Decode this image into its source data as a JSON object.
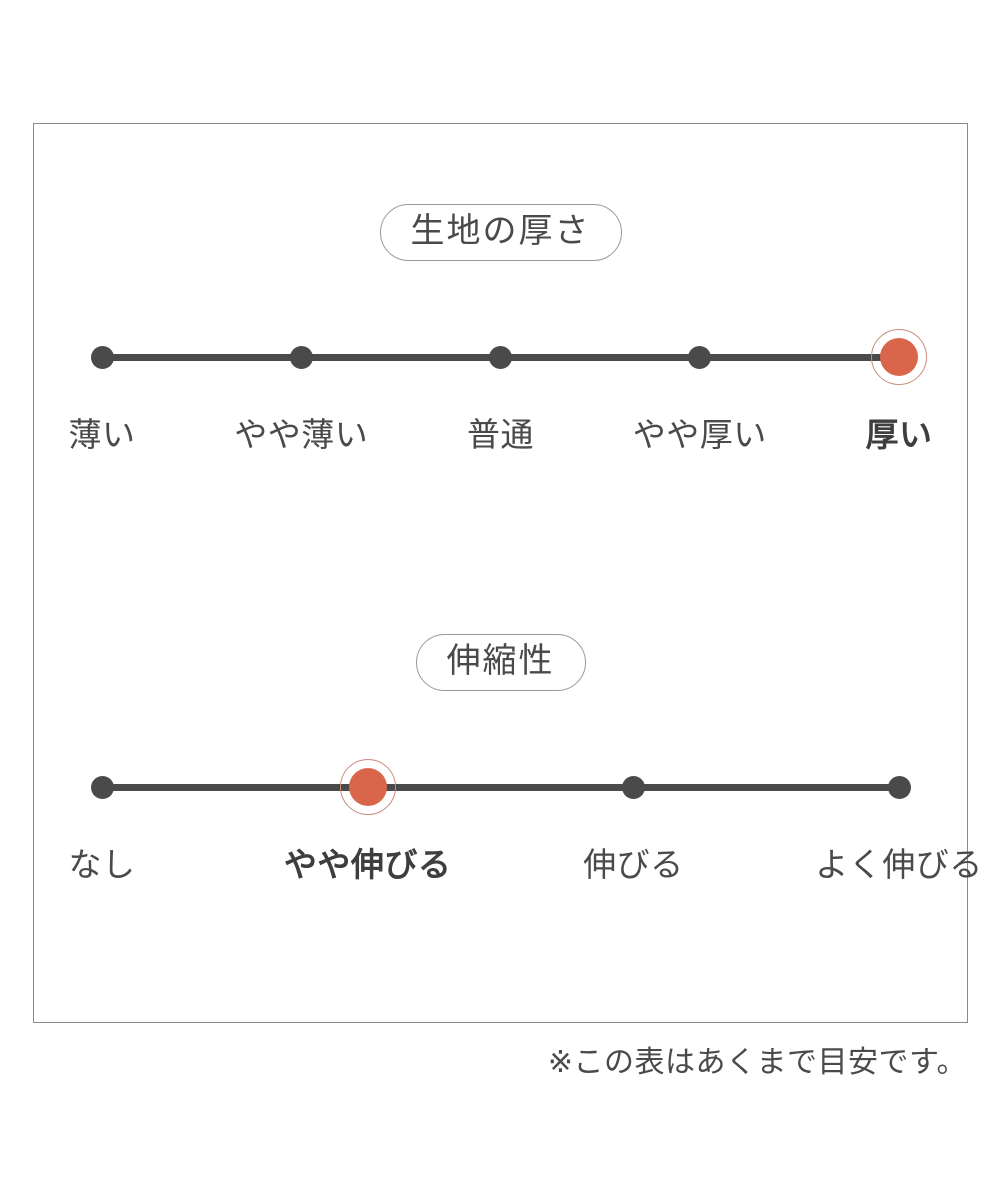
{
  "colors": {
    "accent": "#d9654a",
    "accent_ring": "#c98c7c",
    "dot": "#4a4a4a",
    "track": "#4a4a4a",
    "panel_border": "#8a8a8a",
    "text": "#4a4a4a",
    "background": "#ffffff"
  },
  "footnote": "※この表はあくまで目安です。",
  "chart_data": [
    {
      "type": "scale",
      "title": "生地の厚さ",
      "categories": [
        "薄い",
        "やや薄い",
        "普通",
        "やや厚い",
        "厚い"
      ],
      "values": [
        0,
        0,
        0,
        0,
        1
      ],
      "selected_index": 4,
      "selected_label": "厚い",
      "steps": 5,
      "xlabel": "",
      "ylabel": "",
      "legend": "none",
      "grid": false
    },
    {
      "type": "scale",
      "title": "伸縮性",
      "categories": [
        "なし",
        "やや伸びる",
        "伸びる",
        "よく伸びる"
      ],
      "values": [
        0,
        1,
        0,
        0
      ],
      "selected_index": 1,
      "selected_label": "やや伸びる",
      "steps": 4,
      "xlabel": "",
      "ylabel": "",
      "legend": "none",
      "grid": false
    }
  ]
}
